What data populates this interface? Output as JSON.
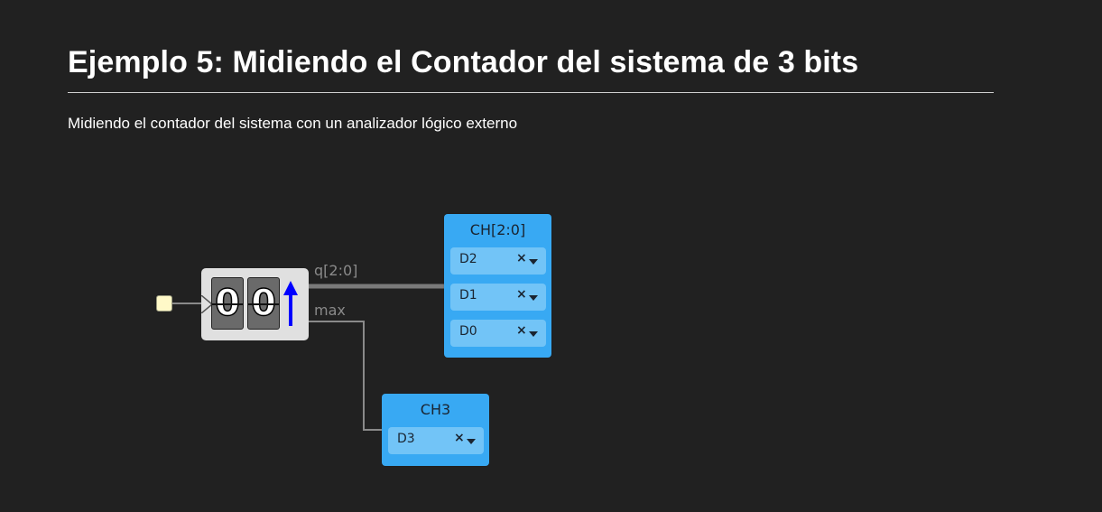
{
  "page": {
    "title": "Ejemplo 5: Midiendo el Contador del sistema de 3 bits",
    "subtitle": "Midiendo el contador del sistema con un analizador lógico externo"
  },
  "circuit": {
    "counter": {
      "digits": [
        "0",
        "0"
      ],
      "direction_icon": "up-arrow-icon",
      "outputs": {
        "q_label": "q[2:0]",
        "max_label": "max"
      }
    },
    "analyzer_blocks": [
      {
        "title": "CH[2:0]",
        "channels": [
          "D2",
          "D1",
          "D0"
        ]
      },
      {
        "title": "CH3",
        "channels": [
          "D3"
        ]
      }
    ],
    "channel_controls": {
      "remove_symbol": "×",
      "dropdown_icon": "chevron-down-icon"
    },
    "colors": {
      "background": "#212121",
      "block": "#38a9f3",
      "channel": "#72c4f7",
      "input_pin": "#fff9c8",
      "counter_body": "#e0e0e0",
      "arrow": "#0000ff"
    }
  }
}
